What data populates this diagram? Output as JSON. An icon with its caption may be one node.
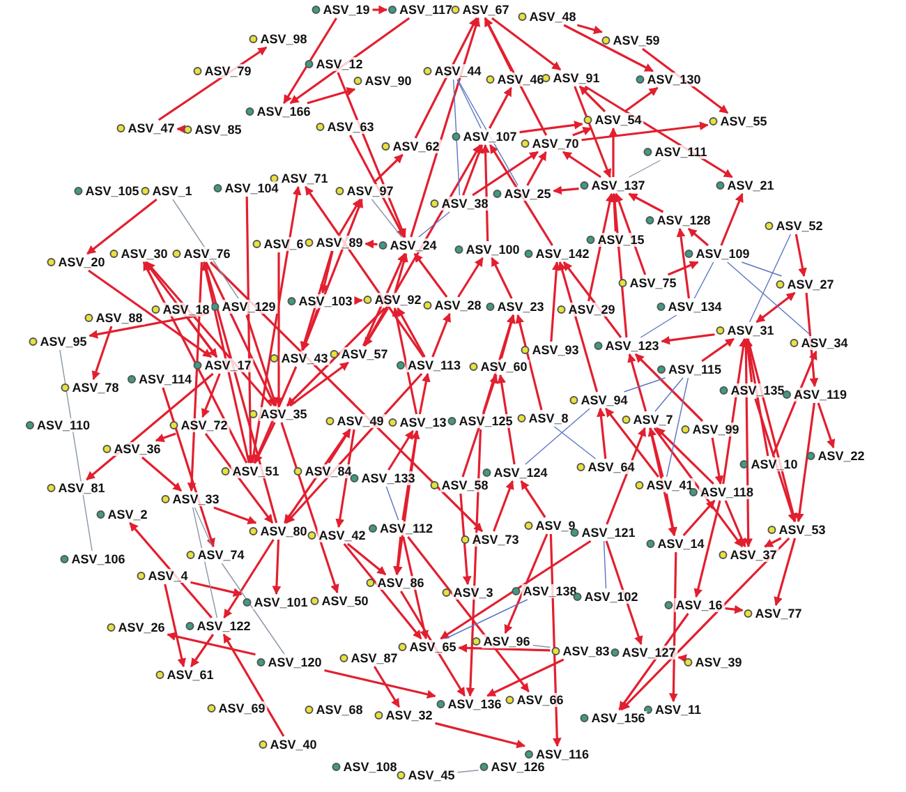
{
  "diagram": {
    "nodes": [
      {
        "text": [
          "ASV_19"
        ]
      },
      {
        "text": [
          "ASV_117"
        ]
      },
      {
        "text": [
          "ASV_67"
        ]
      },
      {
        "text": [
          "ASV_48"
        ]
      },
      {
        "text": [
          "ASV_98"
        ]
      },
      {
        "text": [
          "ASV_59"
        ]
      },
      {
        "text": [
          "ASV_12"
        ]
      },
      {
        "text": [
          "ASV_79"
        ]
      },
      {
        "text": [
          "ASV_44"
        ]
      },
      {
        "text": [
          "ASV_46"
        ]
      },
      {
        "text": [
          "ASV_91"
        ]
      },
      {
        "text": [
          "ASV_130"
        ]
      },
      {
        "text": [
          "ASV_90"
        ]
      },
      {
        "text": [
          "ASV_166"
        ]
      },
      {
        "text": [
          "ASV_54"
        ]
      },
      {
        "text": [
          "ASV_55"
        ]
      },
      {
        "text": [
          "ASV_47"
        ]
      },
      {
        "text": [
          "ASV_85"
        ]
      },
      {
        "text": [
          "ASV_63"
        ]
      },
      {
        "text": [
          "ASV_107"
        ]
      },
      {
        "text": [
          "ASV_70"
        ]
      },
      {
        "text": [
          "ASV_62"
        ]
      },
      {
        "text": [
          "ASV_111"
        ]
      },
      {
        "text": [
          "ASV_71"
        ]
      },
      {
        "text": [
          "ASV_137"
        ]
      },
      {
        "text": [
          "ASV_21"
        ]
      },
      {
        "text": [
          "ASV_104"
        ]
      },
      {
        "text": [
          "ASV_105"
        ]
      },
      {
        "text": [
          "ASV_1"
        ]
      },
      {
        "text": [
          "ASV_97"
        ]
      },
      {
        "text": [
          "ASV_25"
        ]
      },
      {
        "text": [
          "ASV_38"
        ]
      },
      {
        "text": [
          "ASV_128"
        ]
      },
      {
        "text": [
          "ASV_52"
        ]
      },
      {
        "text": [
          "ASV_6"
        ]
      },
      {
        "text": [
          "ASV_89"
        ]
      },
      {
        "text": [
          "ASV_24"
        ]
      },
      {
        "text": [
          "ASV_100"
        ]
      },
      {
        "text": [
          "ASV_142"
        ]
      },
      {
        "text": [
          "ASV_15"
        ]
      },
      {
        "text": [
          "ASV_109"
        ]
      },
      {
        "text": [
          "ASV_30"
        ]
      },
      {
        "text": [
          "ASV_76"
        ]
      },
      {
        "text": [
          "ASV_20"
        ]
      },
      {
        "text": [
          "ASV_75"
        ]
      },
      {
        "text": [
          "ASV_27"
        ]
      },
      {
        "text": [
          "ASV_103"
        ]
      },
      {
        "text": [
          "ASV_92"
        ]
      },
      {
        "text": [
          "ASV_28"
        ]
      },
      {
        "text": [
          "ASV_23"
        ]
      },
      {
        "text": [
          "ASV_29"
        ]
      },
      {
        "text": [
          "ASV_134"
        ]
      },
      {
        "text": [
          "ASV_129"
        ]
      },
      {
        "text": [
          "ASV_18"
        ]
      },
      {
        "text": [
          "ASV_88"
        ]
      },
      {
        "text": [
          "ASV_31"
        ]
      },
      {
        "text": [
          "ASV_95"
        ]
      },
      {
        "text": [
          "ASV_34"
        ]
      },
      {
        "text": [
          "ASV_123"
        ]
      },
      {
        "text": [
          "ASV_93"
        ]
      },
      {
        "text": [
          "ASV_57"
        ]
      },
      {
        "text": [
          "ASV_43"
        ]
      },
      {
        "text": [
          "ASV_17"
        ]
      },
      {
        "text": [
          "ASV_113"
        ]
      },
      {
        "text": [
          "ASV_60"
        ]
      },
      {
        "text": [
          "ASV_115"
        ]
      },
      {
        "text": [
          "ASV_114"
        ]
      },
      {
        "text": [
          "ASV_78"
        ]
      },
      {
        "text": [
          "ASV_135"
        ]
      },
      {
        "text": [
          "ASV_119"
        ]
      },
      {
        "text": [
          "ASV_94"
        ]
      },
      {
        "text": [
          "ASV_35"
        ]
      },
      {
        "text": [
          "ASV_49"
        ]
      },
      {
        "text": [
          "ASV_13"
        ]
      },
      {
        "text": [
          "ASV_125"
        ]
      },
      {
        "text": [
          "ASV_8"
        ]
      },
      {
        "text": [
          "ASV_7"
        ]
      },
      {
        "text": [
          "ASV_99"
        ]
      },
      {
        "text": [
          "ASV_72"
        ]
      },
      {
        "text": [
          "ASV_110"
        ]
      },
      {
        "text": [
          "ASV_36"
        ]
      },
      {
        "text": [
          "ASV_22"
        ]
      },
      {
        "text": [
          "ASV_10"
        ]
      },
      {
        "text": [
          "ASV_64"
        ]
      },
      {
        "text": [
          "ASV_124"
        ]
      },
      {
        "text": [
          "ASV_84"
        ]
      },
      {
        "text": [
          "ASV_51"
        ]
      },
      {
        "text": [
          "ASV_133"
        ]
      },
      {
        "text": [
          "ASV_58"
        ]
      },
      {
        "text": [
          "ASV_41"
        ]
      },
      {
        "text": [
          "ASV_81"
        ]
      },
      {
        "text": [
          "ASV_118"
        ]
      },
      {
        "text": [
          "ASV_33"
        ]
      },
      {
        "text": [
          "ASV_2"
        ]
      },
      {
        "text": [
          "ASV_9"
        ]
      },
      {
        "text": [
          "ASV_112"
        ]
      },
      {
        "text": [
          "ASV_80"
        ]
      },
      {
        "text": [
          "ASV_42"
        ]
      },
      {
        "text": [
          "ASV_73"
        ]
      },
      {
        "text": [
          "ASV_121"
        ]
      },
      {
        "text": [
          "ASV_53"
        ]
      },
      {
        "text": [
          "ASV_14"
        ]
      },
      {
        "text": [
          "ASV_37"
        ]
      },
      {
        "text": [
          "ASV_74"
        ]
      },
      {
        "text": [
          "ASV_106"
        ]
      },
      {
        "text": [
          "ASV_4"
        ]
      },
      {
        "text": [
          "ASV_86"
        ]
      },
      {
        "text": [
          "ASV_3"
        ]
      },
      {
        "text": [
          "ASV_138"
        ]
      },
      {
        "text": [
          "ASV_102"
        ]
      },
      {
        "text": [
          "ASV_101"
        ]
      },
      {
        "text": [
          "ASV_50"
        ]
      },
      {
        "text": [
          "ASV_16"
        ]
      },
      {
        "text": [
          "ASV_77"
        ]
      },
      {
        "text": [
          "ASV_26"
        ]
      },
      {
        "text": [
          "ASV_122"
        ]
      },
      {
        "text": [
          "ASV_96"
        ]
      },
      {
        "text": [
          "ASV_65"
        ]
      },
      {
        "text": [
          "ASV_83"
        ]
      },
      {
        "text": [
          "ASV_127"
        ]
      },
      {
        "text": [
          "ASV_87"
        ]
      },
      {
        "text": [
          "ASV_120"
        ]
      },
      {
        "text": [
          "ASV_39"
        ]
      },
      {
        "text": [
          "ASV_61"
        ]
      },
      {
        "text": [
          "ASV_66"
        ]
      },
      {
        "text": [
          "ASV_136"
        ]
      },
      {
        "text": [
          "ASV_69"
        ]
      },
      {
        "text": [
          "ASV_68"
        ]
      },
      {
        "text": [
          "ASV_11"
        ]
      },
      {
        "text": [
          "ASV_32"
        ]
      },
      {
        "text": [
          "ASV_156"
        ]
      },
      {
        "text": [
          "ASV_40"
        ]
      },
      {
        "text": [
          "ASV_116"
        ]
      },
      {
        "text": [
          "ASV_126"
        ]
      },
      {
        "text": [
          "ASV_108"
        ]
      },
      {
        "text": [
          "ASV_45"
        ]
      }
    ],
    "edges": [
      {
        "from": 0,
        "to": 1,
        "arrow": "to"
      },
      {
        "from": 1,
        "to": 13,
        "arrow": "to"
      },
      {
        "from": 0,
        "to": 13,
        "arrow": "to"
      },
      {
        "from": 16,
        "to": 4,
        "arrow": "to"
      },
      {
        "from": 17,
        "to": 16,
        "arrow": "to"
      },
      {
        "from": 6,
        "to": 36,
        "arrow": "to"
      },
      {
        "from": 13,
        "to": 12,
        "arrow": "to"
      },
      {
        "from": 28,
        "to": 43,
        "arrow": "to"
      },
      {
        "from": 43,
        "to": 62,
        "arrow": "to"
      },
      {
        "from": 62,
        "to": 41,
        "arrow": "to"
      },
      {
        "from": 71,
        "to": 41,
        "arrow": "to"
      },
      {
        "from": 86,
        "to": 41,
        "arrow": "to"
      },
      {
        "from": 86,
        "to": 42,
        "arrow": "to"
      },
      {
        "from": 96,
        "to": 42,
        "arrow": "to"
      },
      {
        "from": 52,
        "to": 56,
        "arrow": "to"
      },
      {
        "from": 54,
        "to": 67,
        "arrow": "to"
      },
      {
        "from": 86,
        "to": 23,
        "arrow": "to"
      },
      {
        "from": 63,
        "to": 23,
        "arrow": "to"
      },
      {
        "from": 36,
        "to": 35,
        "arrow": "to"
      },
      {
        "from": 35,
        "to": 29,
        "arrow": "to"
      },
      {
        "from": 61,
        "to": 29,
        "arrow": "to"
      },
      {
        "from": 60,
        "to": 19,
        "arrow": "to"
      },
      {
        "from": 36,
        "to": 2,
        "arrow": "to"
      },
      {
        "from": 9,
        "to": 2,
        "arrow": "to"
      },
      {
        "from": 20,
        "to": 2,
        "arrow": "to"
      },
      {
        "from": 2,
        "to": 10,
        "arrow": "to"
      },
      {
        "from": 3,
        "to": 11,
        "arrow": "to"
      },
      {
        "from": 3,
        "to": 5,
        "arrow": "to"
      },
      {
        "from": 5,
        "to": 15,
        "arrow": "to"
      },
      {
        "from": 20,
        "to": 15,
        "arrow": "to"
      },
      {
        "from": 14,
        "to": 11,
        "arrow": "to"
      },
      {
        "from": 10,
        "to": 25,
        "arrow": "to"
      },
      {
        "from": 40,
        "to": 25,
        "arrow": "to"
      },
      {
        "from": 33,
        "to": 45,
        "arrow": "to"
      },
      {
        "from": 55,
        "to": 45,
        "arrow": "both"
      },
      {
        "from": 82,
        "to": 57,
        "arrow": "to"
      },
      {
        "from": 69,
        "to": 81,
        "arrow": "to"
      },
      {
        "from": 69,
        "to": 100,
        "arrow": "to"
      },
      {
        "from": 55,
        "to": 100,
        "arrow": "to"
      },
      {
        "from": 68,
        "to": 100,
        "arrow": "to"
      },
      {
        "from": 55,
        "to": 102,
        "arrow": "to"
      },
      {
        "from": 91,
        "to": 102,
        "arrow": "to"
      },
      {
        "from": 100,
        "to": 102,
        "arrow": "to"
      },
      {
        "from": 76,
        "to": 102,
        "arrow": "to"
      },
      {
        "from": 100,
        "to": 113,
        "arrow": "to"
      },
      {
        "from": 112,
        "to": 113,
        "arrow": "to"
      },
      {
        "from": 91,
        "to": 112,
        "arrow": "to"
      },
      {
        "from": 101,
        "to": 128,
        "arrow": "to"
      },
      {
        "from": 100,
        "to": 130,
        "arrow": "to"
      },
      {
        "from": 112,
        "to": 130,
        "arrow": "to"
      },
      {
        "from": 99,
        "to": 119,
        "arrow": "to"
      },
      {
        "from": 122,
        "to": 119,
        "arrow": "to"
      },
      {
        "from": 76,
        "to": 101,
        "arrow": "to"
      },
      {
        "from": 89,
        "to": 101,
        "arrow": "to"
      },
      {
        "from": 94,
        "to": 132,
        "arrow": "to"
      },
      {
        "from": 120,
        "to": 129,
        "arrow": "to"
      },
      {
        "from": 129,
        "to": 132,
        "arrow": "to"
      },
      {
        "from": 74,
        "to": 125,
        "arrow": "to"
      },
      {
        "from": 121,
        "to": 125,
        "arrow": "to"
      },
      {
        "from": 118,
        "to": 125,
        "arrow": "to"
      },
      {
        "from": 106,
        "to": 125,
        "arrow": "to"
      },
      {
        "from": 95,
        "to": 124,
        "arrow": "to"
      },
      {
        "from": 97,
        "to": 117,
        "arrow": "to"
      },
      {
        "from": 95,
        "to": 117,
        "arrow": "to"
      },
      {
        "from": 118,
        "to": 117,
        "arrow": "to"
      },
      {
        "from": 99,
        "to": 117,
        "arrow": "to"
      },
      {
        "from": 94,
        "to": 116,
        "arrow": "to"
      },
      {
        "from": 88,
        "to": 107,
        "arrow": "to"
      },
      {
        "from": 95,
        "to": 106,
        "arrow": "to"
      },
      {
        "from": 73,
        "to": 106,
        "arrow": "to"
      },
      {
        "from": 97,
        "to": 106,
        "arrow": "to"
      },
      {
        "from": 72,
        "to": 97,
        "arrow": "to"
      },
      {
        "from": 105,
        "to": 110,
        "arrow": "to"
      },
      {
        "from": 96,
        "to": 110,
        "arrow": "to"
      },
      {
        "from": 71,
        "to": 111,
        "arrow": "to"
      },
      {
        "from": 78,
        "to": 96,
        "arrow": "to"
      },
      {
        "from": 92,
        "to": 96,
        "arrow": "to"
      },
      {
        "from": 72,
        "to": 96,
        "arrow": "to"
      },
      {
        "from": 63,
        "to": 96,
        "arrow": "to"
      },
      {
        "from": 131,
        "to": 115,
        "arrow": "to"
      },
      {
        "from": 96,
        "to": 115,
        "arrow": "to"
      },
      {
        "from": 115,
        "to": 93,
        "arrow": "to"
      },
      {
        "from": 105,
        "to": 123,
        "arrow": "to"
      },
      {
        "from": 115,
        "to": 123,
        "arrow": "to"
      },
      {
        "from": 121,
        "to": 114,
        "arrow": "to"
      },
      {
        "from": 66,
        "to": 103,
        "arrow": "to"
      },
      {
        "from": 80,
        "to": 92,
        "arrow": "to"
      },
      {
        "from": 42,
        "to": 92,
        "arrow": "to"
      },
      {
        "from": 78,
        "to": 80,
        "arrow": "to"
      },
      {
        "from": 62,
        "to": 90,
        "arrow": "to"
      },
      {
        "from": 42,
        "to": 71,
        "arrow": "to"
      },
      {
        "from": 71,
        "to": 86,
        "arrow": "to"
      },
      {
        "from": 61,
        "to": 86,
        "arrow": "to"
      },
      {
        "from": 52,
        "to": 71,
        "arrow": "to"
      },
      {
        "from": 47,
        "to": 71,
        "arrow": "to"
      },
      {
        "from": 35,
        "to": 61,
        "arrow": "to"
      },
      {
        "from": 46,
        "to": 61,
        "arrow": "to"
      },
      {
        "from": 47,
        "to": 60,
        "arrow": "to"
      },
      {
        "from": 19,
        "to": 9,
        "arrow": "to"
      },
      {
        "from": 31,
        "to": 19,
        "arrow": "to"
      },
      {
        "from": 19,
        "to": 14,
        "arrow": "to"
      },
      {
        "from": 20,
        "to": 14,
        "arrow": "to"
      },
      {
        "from": 14,
        "to": 10,
        "arrow": "to"
      },
      {
        "from": 24,
        "to": 14,
        "arrow": "to"
      },
      {
        "from": 24,
        "to": 20,
        "arrow": "to"
      },
      {
        "from": 30,
        "to": 20,
        "arrow": "to"
      },
      {
        "from": 31,
        "to": 20,
        "arrow": "to"
      },
      {
        "from": 37,
        "to": 19,
        "arrow": "to"
      },
      {
        "from": 38,
        "to": 19,
        "arrow": "to"
      },
      {
        "from": 49,
        "to": 37,
        "arrow": "to"
      },
      {
        "from": 47,
        "to": 36,
        "arrow": "to"
      },
      {
        "from": 63,
        "to": 47,
        "arrow": "to"
      },
      {
        "from": 73,
        "to": 47,
        "arrow": "to"
      },
      {
        "from": 48,
        "to": 37,
        "arrow": "to"
      },
      {
        "from": 50,
        "to": 24,
        "arrow": "to"
      },
      {
        "from": 58,
        "to": 24,
        "arrow": "to"
      },
      {
        "from": 39,
        "to": 24,
        "arrow": "to"
      },
      {
        "from": 44,
        "to": 24,
        "arrow": "to"
      },
      {
        "from": 32,
        "to": 24,
        "arrow": "to"
      },
      {
        "from": 51,
        "to": 32,
        "arrow": "to"
      },
      {
        "from": 40,
        "to": 32,
        "arrow": "to"
      },
      {
        "from": 58,
        "to": 38,
        "arrow": "to"
      },
      {
        "from": 59,
        "to": 38,
        "arrow": "to"
      },
      {
        "from": 70,
        "to": 38,
        "arrow": "to"
      },
      {
        "from": 75,
        "to": 49,
        "arrow": "to"
      },
      {
        "from": 74,
        "to": 49,
        "arrow": "to"
      },
      {
        "from": 64,
        "to": 49,
        "arrow": "to"
      },
      {
        "from": 63,
        "to": 48,
        "arrow": "to"
      },
      {
        "from": 73,
        "to": 63,
        "arrow": "to"
      },
      {
        "from": 84,
        "to": 64,
        "arrow": "to"
      },
      {
        "from": 88,
        "to": 64,
        "arrow": "to"
      },
      {
        "from": 83,
        "to": 70,
        "arrow": "to"
      },
      {
        "from": 89,
        "to": 70,
        "arrow": "to"
      },
      {
        "from": 76,
        "to": 58,
        "arrow": "to"
      },
      {
        "from": 77,
        "to": 58,
        "arrow": "to"
      },
      {
        "from": 55,
        "to": 58,
        "arrow": "to"
      },
      {
        "from": 68,
        "to": 55,
        "arrow": "to"
      },
      {
        "from": 82,
        "to": 55,
        "arrow": "to"
      },
      {
        "from": 65,
        "to": 55,
        "arrow": "to"
      },
      {
        "from": 91,
        "to": 55,
        "arrow": "to"
      },
      {
        "from": 89,
        "to": 76,
        "arrow": "to"
      },
      {
        "from": 99,
        "to": 76,
        "arrow": "to"
      },
      {
        "from": 101,
        "to": 91,
        "arrow": "to"
      },
      {
        "from": 91,
        "to": 76,
        "arrow": "to"
      },
      {
        "from": 77,
        "to": 91,
        "arrow": "to"
      },
      {
        "from": 94,
        "to": 84,
        "arrow": "to"
      },
      {
        "from": 98,
        "to": 84,
        "arrow": "to"
      },
      {
        "from": 95,
        "to": 73,
        "arrow": "to"
      },
      {
        "from": 87,
        "to": 73,
        "arrow": "to"
      },
      {
        "from": 85,
        "to": 72,
        "arrow": "to"
      },
      {
        "from": 60,
        "to": 36,
        "arrow": "to"
      },
      {
        "from": 71,
        "to": 60,
        "arrow": "to"
      },
      {
        "from": 46,
        "to": 47,
        "arrow": "to"
      },
      {
        "from": 48,
        "to": 36,
        "arrow": "to"
      },
      {
        "from": 35,
        "to": 46,
        "arrow": "to"
      },
      {
        "from": 29,
        "to": 21,
        "arrow": "to"
      },
      {
        "from": 21,
        "to": 2,
        "arrow": "to"
      },
      {
        "from": 18,
        "to": 36,
        "arrow": "to"
      },
      {
        "from": 53,
        "to": 62,
        "arrow": "to"
      },
      {
        "from": 62,
        "to": 78,
        "arrow": "to"
      },
      {
        "from": 24,
        "to": 30,
        "arrow": "to"
      },
      {
        "from": 10,
        "to": 24,
        "arrow": "to"
      },
      {
        "from": 34,
        "to": 71,
        "arrow": "to"
      },
      {
        "from": 26,
        "to": 86,
        "arrow": "to"
      },
      {
        "from": 42,
        "to": 98,
        "arrow": "to"
      },
      {
        "from": 45,
        "to": 69,
        "arrow": "to"
      },
      {
        "from": 44,
        "to": 40,
        "arrow": "to"
      },
      {
        "from": 56,
        "to": 104,
        "arrow": "none",
        "color": "#8a97a8"
      },
      {
        "from": 28,
        "to": 52,
        "arrow": "none",
        "color": "#8a97a8"
      },
      {
        "from": 8,
        "to": 19,
        "arrow": "none",
        "color": "#5c74c4"
      },
      {
        "from": 8,
        "to": 31,
        "arrow": "none",
        "color": "#5c74c4"
      },
      {
        "from": 8,
        "to": 30,
        "arrow": "none",
        "color": "#5c74c4"
      },
      {
        "from": 22,
        "to": 24,
        "arrow": "none",
        "color": "#8a97a8"
      },
      {
        "from": 33,
        "to": 55,
        "arrow": "none",
        "color": "#5c74c4"
      },
      {
        "from": 40,
        "to": 45,
        "arrow": "none",
        "color": "#5c74c4"
      },
      {
        "from": 40,
        "to": 57,
        "arrow": "none",
        "color": "#5c74c4"
      },
      {
        "from": 40,
        "to": 51,
        "arrow": "none",
        "color": "#5c74c4"
      },
      {
        "from": 92,
        "to": 103,
        "arrow": "none",
        "color": "#8a97a8"
      },
      {
        "from": 103,
        "to": 121,
        "arrow": "none",
        "color": "#8a97a8"
      },
      {
        "from": 92,
        "to": 115,
        "arrow": "none",
        "color": "#8a97a8"
      },
      {
        "from": 135,
        "to": 133,
        "arrow": "none",
        "color": "#8a97a8"
      },
      {
        "from": 133,
        "to": 132,
        "arrow": "none",
        "color": "#8a97a8"
      },
      {
        "from": 87,
        "to": 95,
        "arrow": "none",
        "color": "#5c74c4"
      },
      {
        "from": 108,
        "to": 117,
        "arrow": "none",
        "color": "#5c74c4"
      },
      {
        "from": 109,
        "to": 99,
        "arrow": "none",
        "color": "#5c74c4"
      },
      {
        "from": 116,
        "to": 118,
        "arrow": "none",
        "color": "#8a97a8"
      },
      {
        "from": 65,
        "to": 70,
        "arrow": "none",
        "color": "#5c74c4"
      },
      {
        "from": 65,
        "to": 76,
        "arrow": "none",
        "color": "#5c74c4"
      },
      {
        "from": 51,
        "to": 58,
        "arrow": "none",
        "color": "#5c74c4"
      },
      {
        "from": 70,
        "to": 84,
        "arrow": "none",
        "color": "#5c74c4"
      },
      {
        "from": 75,
        "to": 83,
        "arrow": "none",
        "color": "#5c74c4"
      },
      {
        "from": 89,
        "to": 65,
        "arrow": "none",
        "color": "#5c74c4"
      },
      {
        "from": 29,
        "to": 36,
        "arrow": "none",
        "color": "#8a97a8"
      },
      {
        "from": 31,
        "to": 36,
        "arrow": "none",
        "color": "#5c74c4"
      }
    ]
  }
}
